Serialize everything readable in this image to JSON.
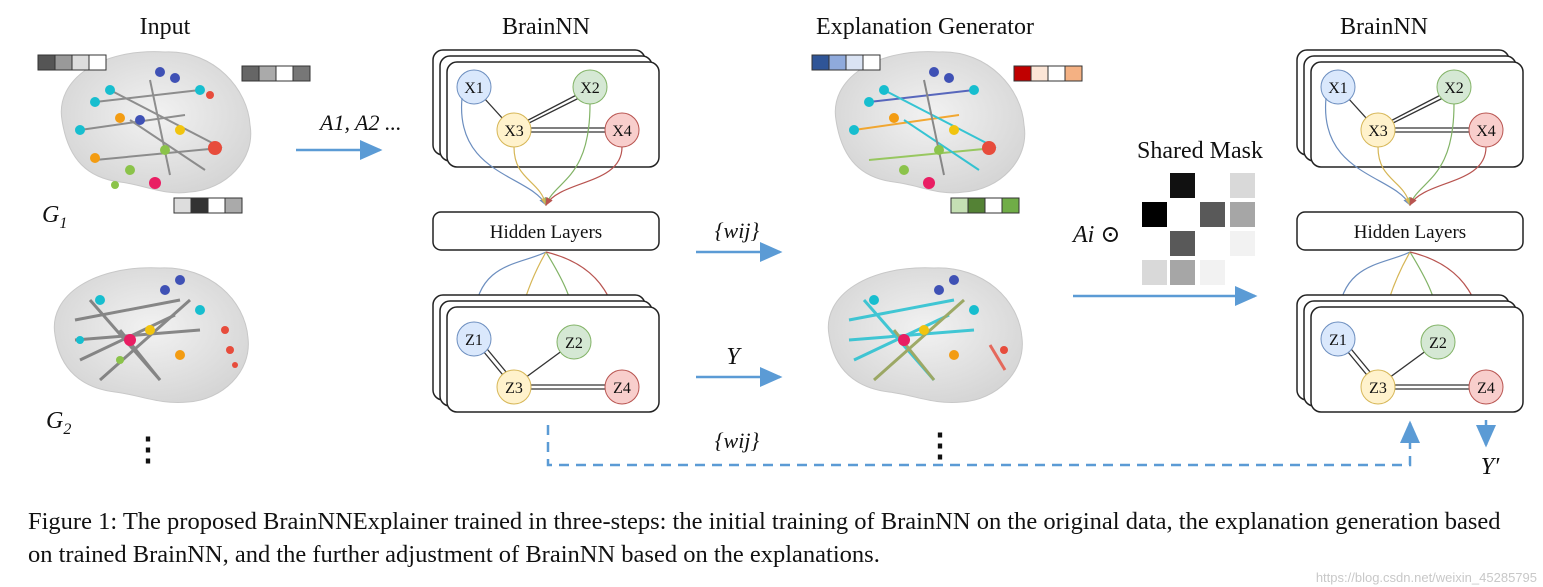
{
  "headers": {
    "input": "Input",
    "brainnn_left": "BrainNN",
    "explanation": "Explanation Generator",
    "brainnn_right": "BrainNN"
  },
  "graph_labels": {
    "g1": "G",
    "g1_sub": "1",
    "g2": "G",
    "g2_sub": "2"
  },
  "arrow_labels": {
    "a_seq": "A",
    "a_seq_rest": "1, A2 ...",
    "w1": "{wij}",
    "y": "Y",
    "w2": "{wij}",
    "ai_odot": "Ai ⊙",
    "y_prime": "Y′"
  },
  "shared_mask": {
    "title": "Shared Mask"
  },
  "modules": {
    "x_nodes": [
      "X1",
      "X2",
      "X3",
      "X4"
    ],
    "z_nodes": [
      "Z1",
      "Z2",
      "Z3",
      "Z4"
    ],
    "hidden_label": "Hidden Layers"
  },
  "ellipsis": "⋮",
  "caption": "Figure 1: The proposed BrainNNExplainer trained in three-steps: the initial training of BrainNN on the original data, the explanation generation based on trained BrainNN, and the further adjustment of BrainNN based on the explanations.",
  "watermark": "https://blog.csdn.net/weixin_45285795",
  "colors": {
    "arrow": "#5b9bd5",
    "node_blue": "#dae8fc",
    "node_blue_stroke": "#6c8ebf",
    "node_green": "#d5e8d4",
    "node_green_stroke": "#82b366",
    "node_yellow": "#fff2cc",
    "node_yellow_stroke": "#d6b656",
    "node_red": "#f8cecc",
    "node_red_stroke": "#b85450"
  }
}
